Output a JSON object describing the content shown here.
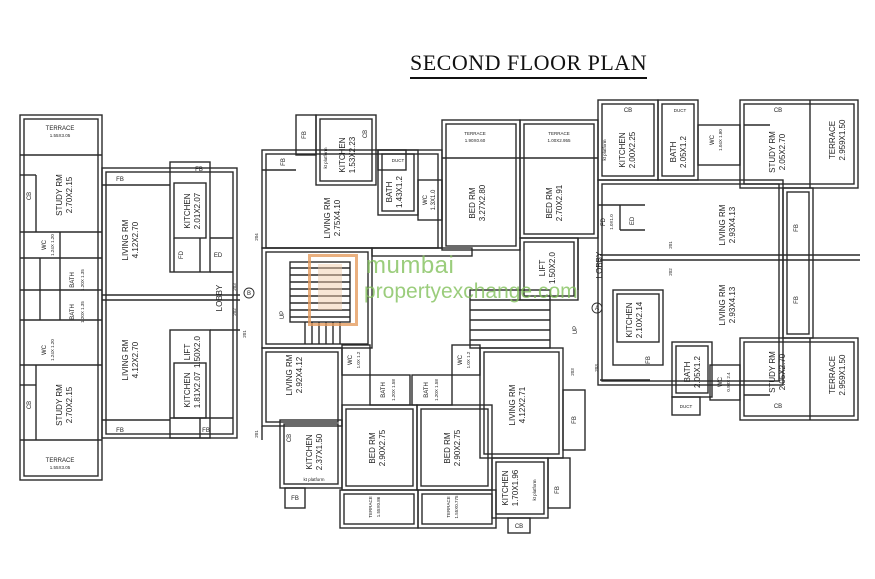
{
  "title": "SECOND   FLOOR PLAN",
  "watermark": {
    "line1": "mumbai",
    "line2": "propertyexchange.com"
  },
  "rooms": {
    "terrace_1550": "TERRACE",
    "terrace_1550_d": "1.55X3.05",
    "study_tl": "STUDY RM",
    "study_tl_d": "2.70X2.15",
    "cb": "CB",
    "fb": "FB",
    "wc": "WC",
    "bath": "BATH",
    "lift": "LIFT",
    "kitchen": "KITCHEN",
    "living": "LIVING RM",
    "bed": "BED RM",
    "study": "STUDY RM",
    "terrace": "TERRACE",
    "lobby": "LOBBY",
    "up": "UP",
    "fd": "FD",
    "ed": "ED",
    "duct": "DUCT",
    "wc_l1_d": "1.24X 1.20",
    "bath_l1_d": "1.20X 1.35",
    "bath_l2_d": "1.20X 1.35",
    "wc_l2_d": "1.24X 1.20",
    "living_l1_d": "4.12X2.70",
    "living_l2_d": "4.12X2.70",
    "kitchen_l1_d": "2.01X2.07",
    "kitchen_l2_d": "1.81X2.07",
    "lift_l_d": "1.50X2.0",
    "fd_d": "1.0X1.0",
    "living_c1_d": "2.75X4.10",
    "kitchen_c1_d": "1.53X2.23",
    "bath_c1_d": "1.43X1.2",
    "wc_c1_d": "1.3X1.0",
    "terrace_c1_d": "1.90X0.60",
    "bed_c1_d": "3.27X2.80",
    "terrace_c2_d": "1.00X2.955",
    "bed_c2_d": "2.70X2.91",
    "lift_c_d": "1.50X2.0",
    "kitchen_r1_d": "2.00X2.25",
    "bath_r1_d": "2.05X1.2",
    "wc_r1_d": "1.04X 1.80",
    "study_r1_d": "2.05X2.70",
    "terrace_r1_d": "2.959X1.50",
    "living_r1_d": "2.93X4.13",
    "living_r2_d": "2.93X4.13",
    "kitchen_r2_d": "2.10X2.14",
    "bath_r2_d": "2.05X1.2",
    "wc_r2_d": "0.93X 2.4",
    "study_r2_d": "2.05X2.70",
    "terrace_r2_d": "2.959X1.50",
    "living_b1_d": "2.92X4.12",
    "wc_b1_d": "1.0X 1.2",
    "bath_b1_d": "1.20X 1.58",
    "bath_b2_d": "1.20X 1.58",
    "wc_b2_d": "1.0X 1.2",
    "living_b2_d": "4.12X2.71",
    "kitchen_b1_d": "2.37X1.50",
    "bed_b1_d": "2.90X2.75",
    "bed_b2_d": "2.90X2.75",
    "kitchen_b2_d": "1.70X1.96",
    "terrace_b1_d": "1.55X0.86",
    "terrace_b2_d": "1.55X0.775",
    "study_bl_d": "2.70X2.15",
    "terrace_bl_d": "1.55X3.05",
    "kt_platform": "kt platform"
  },
  "markers": {
    "b": "B",
    "a": "A"
  },
  "numbers": {
    "n201a": "201",
    "n202a": "202",
    "n203a": "203",
    "n204": "204",
    "n201b": "201",
    "n202b": "202",
    "n203b": "203",
    "n201c": "201",
    "n202c": "202",
    "n203c": "203"
  },
  "colors": {
    "wall": "#2a2a2a",
    "watermark_green": "#7fbf58",
    "watermark_orange": "#e59a5c"
  }
}
